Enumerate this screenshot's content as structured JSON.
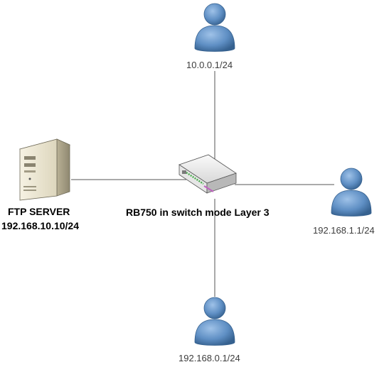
{
  "nodes": {
    "top_user": {
      "label": "10.0.0.1/24",
      "icon": "user-icon"
    },
    "right_user": {
      "label": "192.168.1.1/24",
      "icon": "user-icon"
    },
    "bottom_user": {
      "label": "192.168.0.1/24",
      "icon": "user-icon"
    },
    "server": {
      "name": "FTP SERVER",
      "ip": "192.168.10.10/24",
      "icon": "server-icon"
    },
    "switch": {
      "label": "RB750 in switch mode Layer 3",
      "icon": "switch-icon"
    }
  },
  "colors": {
    "user_fill": "#5f8fc4",
    "user_dark": "#36618f",
    "line": "#555555"
  }
}
